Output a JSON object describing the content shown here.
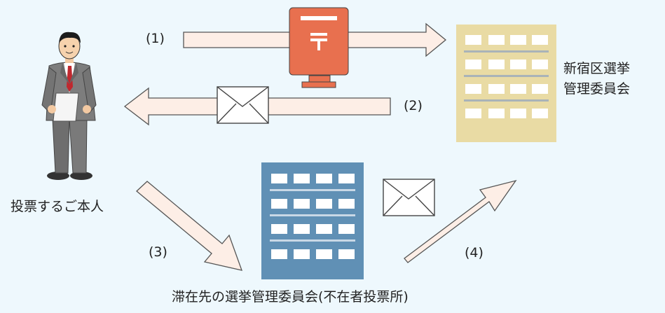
{
  "person": {
    "label": "投票するご本人"
  },
  "shinjuku": {
    "line1": "新宿区選挙",
    "line2": "管理委員会"
  },
  "destination": {
    "label": "滞在先の選挙管理委員会(不在者投票所)"
  },
  "steps": [
    "(1)",
    "(2)",
    "(3)",
    "(4)"
  ],
  "colors": {
    "arrow_fill": "#fdeee6",
    "arrow_stroke": "#555555",
    "postbox": "#e8704f",
    "shinjuku_building": "#e9dba4",
    "destination_building": "#6090b5"
  }
}
